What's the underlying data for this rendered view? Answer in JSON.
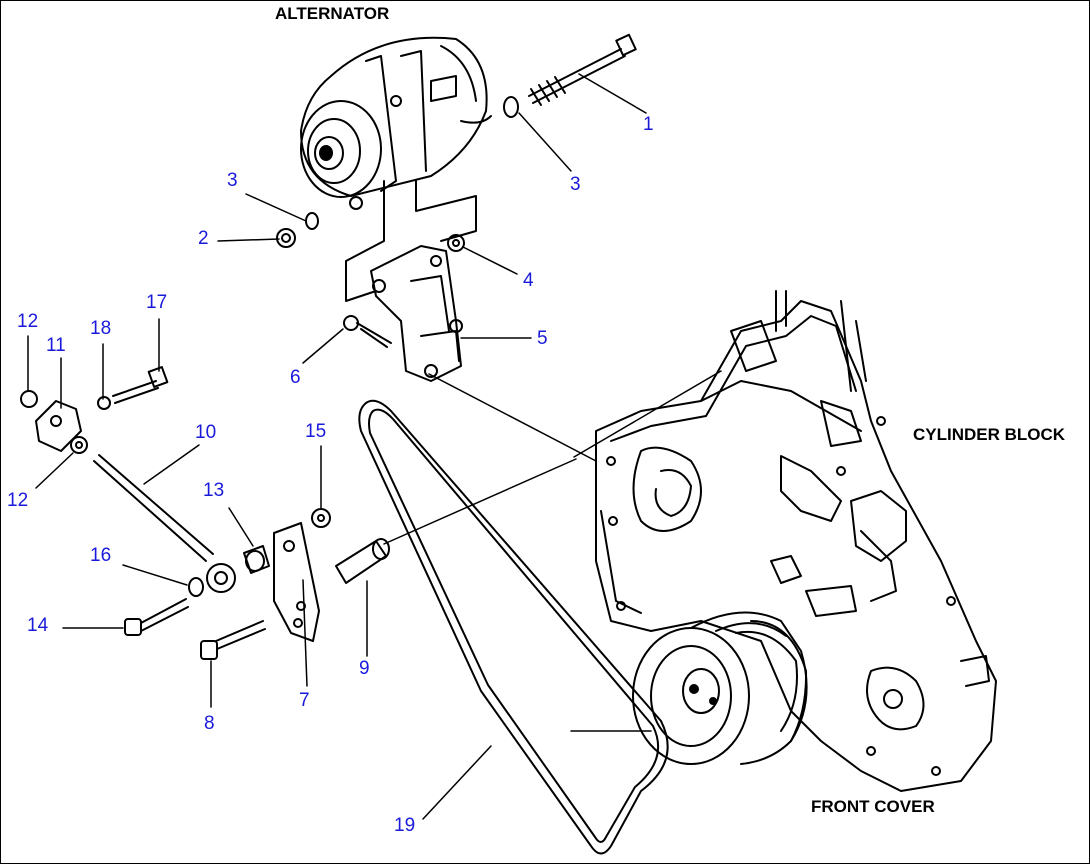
{
  "labels": {
    "alternator": "ALTERNATOR",
    "cylinder_block": "CYLINDER BLOCK",
    "front_cover": "FRONT COVER"
  },
  "callouts": {
    "c1": "1",
    "c2": "2",
    "c3a": "3",
    "c3b": "3",
    "c4": "4",
    "c5": "5",
    "c6": "6",
    "c7": "7",
    "c8": "8",
    "c9": "9",
    "c10": "10",
    "c11": "11",
    "c12a": "12",
    "c12b": "12",
    "c13": "13",
    "c14": "14",
    "c15": "15",
    "c16": "16",
    "c17": "17",
    "c18": "18",
    "c19": "19"
  },
  "colors": {
    "callout": "#1a1adb",
    "line": "#000000",
    "background": "#ffffff"
  }
}
